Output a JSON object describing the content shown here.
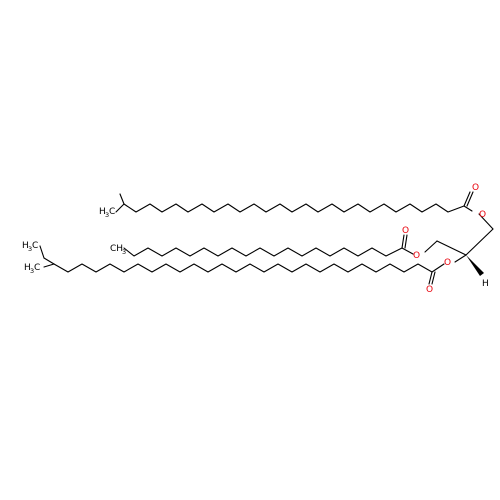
{
  "molecule": {
    "colors": {
      "carbon": "#000000",
      "oxygen": "#e8000b"
    },
    "labels": {
      "chain1_branch": "H",
      "chain1_branch_sub": "3",
      "chain1_branch_tail": "C",
      "chain2_end": "CH",
      "chain2_end_sub": "3",
      "chain3_ethyl": "H",
      "chain3_ethyl_sub": "3",
      "chain3_ethyl_tail": "C",
      "chain3_methyl": "H",
      "chain3_methyl_sub": "3",
      "chain3_methyl_tail": "C",
      "ester1_carbonyl_o": "O",
      "ester1_ether_o": "O",
      "ester2_carbonyl_o": "O",
      "ester2_ether_o": "O",
      "ester3_carbonyl_o": "O",
      "ester3_ether_o": "O",
      "stereo_h": "H"
    }
  }
}
